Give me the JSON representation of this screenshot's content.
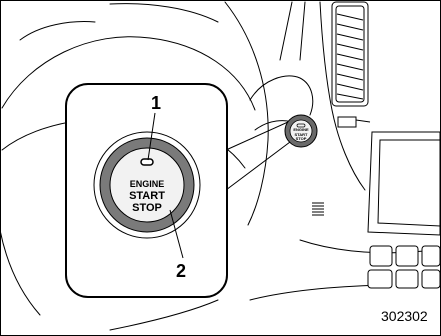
{
  "callouts": {
    "one": "1",
    "two": "2"
  },
  "button": {
    "line1": "ENGINE",
    "line2": "START",
    "line3": "STOP"
  },
  "figure_number": "302302",
  "colors": {
    "ink": "#000000",
    "background": "#ffffff",
    "button_face": "#7a7a7a",
    "button_center": "#f2f2f2"
  }
}
